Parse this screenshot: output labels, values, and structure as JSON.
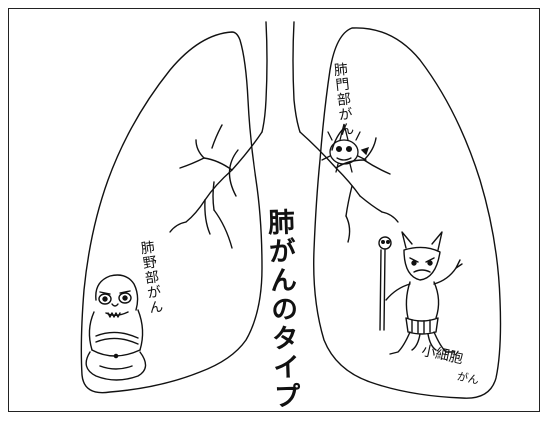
{
  "title": "肺がんのタイプ",
  "labels": {
    "hilar": "肺門部がん",
    "peripheral": "肺野部がん",
    "small_cell_line1": "小細胞",
    "small_cell_line2": "がん"
  },
  "colors": {
    "ink": "#111111",
    "background": "#ffffff"
  }
}
